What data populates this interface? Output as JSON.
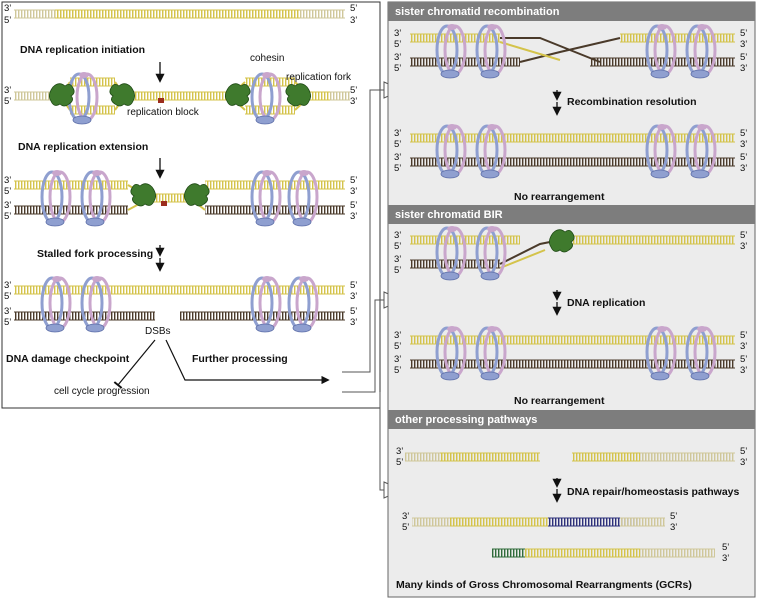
{
  "left_panel": {
    "steps": {
      "initiation": "DNA replication initiation",
      "extension": "DNA replication extension",
      "stalled": "Stalled fork processing",
      "checkpoint": "DNA damage checkpoint",
      "further": "Further processing"
    },
    "labels": {
      "cohesin": "cohesin",
      "replication_fork": "replication fork",
      "replication_block": "replication block",
      "dsbs": "DSBs",
      "cell_cycle": "cell cycle progression"
    }
  },
  "right_panel": {
    "sections": [
      {
        "title": "sister chromatid recombination",
        "step": "Recombination resolution",
        "result": "No rearrangement"
      },
      {
        "title": "sister chromatid BIR",
        "step": "DNA replication",
        "result": "No rearrangement"
      },
      {
        "title": "other processing pathways",
        "step": "DNA repair/homeostasis pathways",
        "result": "Many kinds of Gross Chromosomal Rearrangments (GCRs)"
      }
    ]
  },
  "strand_ends": {
    "three_prime": "3’",
    "five_prime": "5’"
  },
  "colors": {
    "strand_yellow": "#d4c34a",
    "strand_dark": "#4a3a2a",
    "strand_faded": "#cfc79a",
    "cohesin_blue": "#8f9fd0",
    "cohesin_pink": "#c9a6cc",
    "helicase_green": "#3f7a2d",
    "block_red": "#9b2d1d",
    "gcr_blue": "#2c2f7a",
    "gcr_green": "#2f6b3a",
    "header_gray": "#7d7d7d",
    "panel_gray": "#ececec"
  }
}
